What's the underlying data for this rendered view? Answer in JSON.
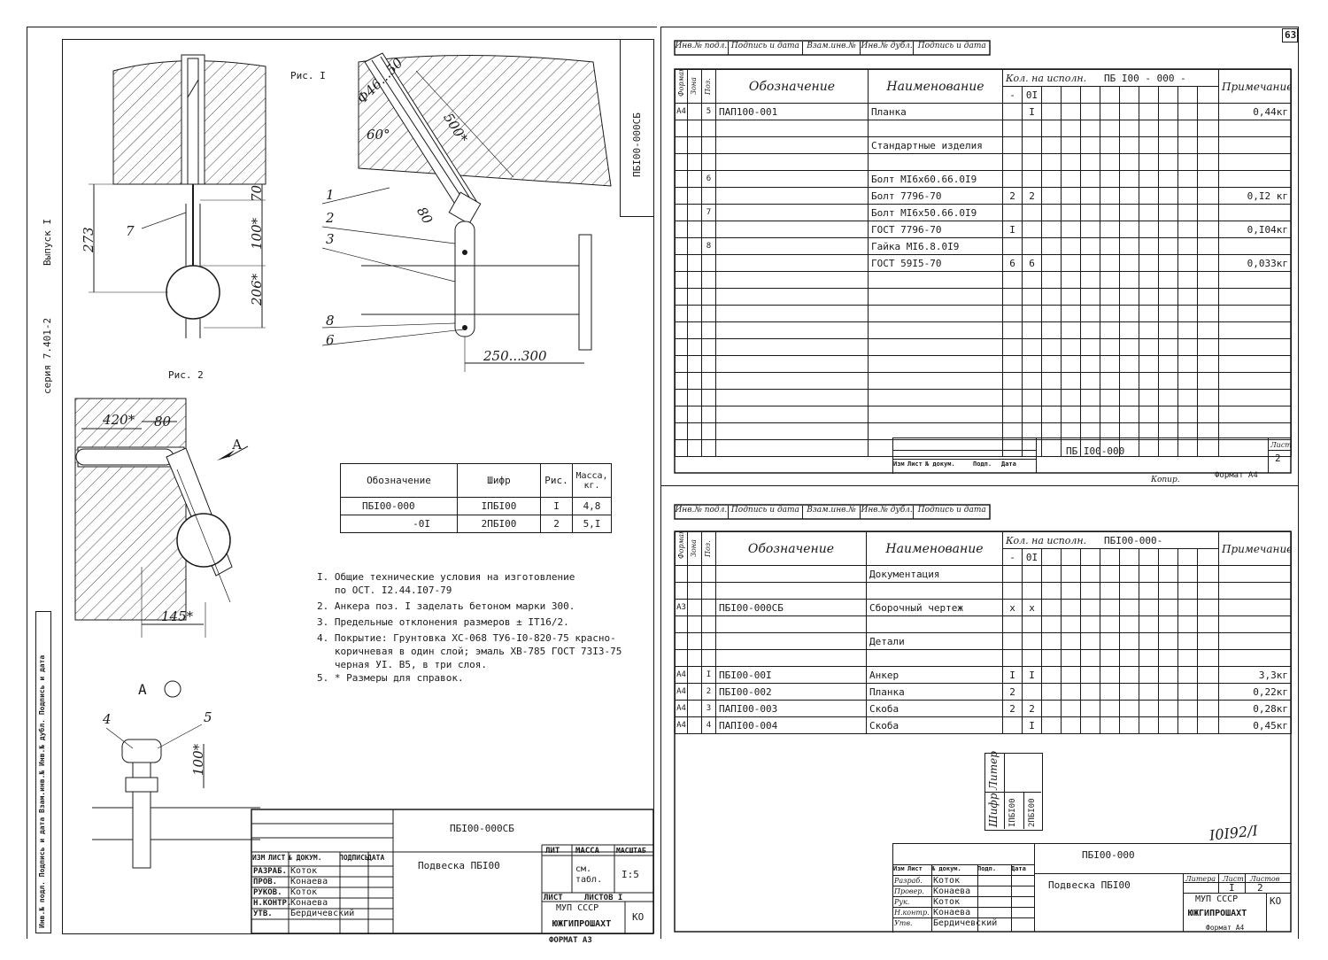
{
  "sheet_number": "63",
  "left_sheet": {
    "side_label_series": "серия 7.401-2",
    "side_label_issue": "Выпуск I",
    "side_strip": "Инв.№ подл. Подпись и дата Взам.инв.№ Инв.№ дубл. Подпись и дата",
    "fig1_label": "Рис. I",
    "fig2_label": "Рис. 2",
    "view_a_label": "А",
    "arrow_a_label": "А",
    "doc_code_vertical": "ПБI00-000СБ",
    "dims": {
      "d273": "273",
      "d70": "70",
      "d100": "100*",
      "d206": "206*",
      "d7": "7",
      "dphi": "Ф46...50",
      "d60": "60°",
      "d500": "500*",
      "d80": "80",
      "d250": "250...300",
      "d420": "420*",
      "d80b": "80",
      "d145": "145*",
      "d100b": "100*",
      "p1": "1",
      "p2": "2",
      "p3": "3",
      "p8": "8",
      "p6": "6",
      "p4": "4",
      "p5": "5"
    },
    "variants_table": {
      "headers": [
        "Обозначение",
        "Шифр",
        "Рис.",
        "Масса, кг."
      ],
      "rows": [
        [
          "ПБI00-000",
          "IПБI00",
          "I",
          "4,8"
        ],
        [
          "-0I",
          "2ПБI00",
          "2",
          "5,I"
        ]
      ]
    },
    "notes": [
      "I. Общие технические условия на изготовление",
      "   по ОСТ. I2.44.I07-79",
      "2. Анкера поз. I заделать бетоном марки 300.",
      "3. Предельные отклонения размеров ± IT16/2.",
      "4. Покрытие: Грунтовка ХС-068 ТУ6-I0-820-75 красно-",
      "   коричневая в один слой; эмаль ХВ-785 ГОСТ 73I3-75",
      "   черная УI. В5, в три слоя.",
      "5. * Размеры для справок."
    ],
    "title_block": {
      "code": "ПБI00-000СБ",
      "name": "Подвеска ПБI00",
      "lit": "ЛИТ",
      "mass": "МАССА",
      "scale_hdr": "МАСШТАБ",
      "mass_val": "см. табл.",
      "scale": "I:5",
      "sheet": "ЛИСТ",
      "sheets": "ЛИСТОВ I",
      "org_top": "МУП СССР",
      "org": "ЮЖГИПРОШАХТ",
      "ko": "КО",
      "format": "ФОРМАТ А3",
      "head": [
        "ИЗМ",
        "ЛИСТ",
        "№ ДОКУМ.",
        "ПОДПИСЬ",
        "ДАТА"
      ],
      "roles": [
        {
          "role": "РАЗРАБ.",
          "name": "Коток"
        },
        {
          "role": "ПРОВ.",
          "name": "Конаева"
        },
        {
          "role": "РУКОВ.",
          "name": "Коток"
        },
        {
          "role": "Н.КОНТР.",
          "name": "Конаева"
        },
        {
          "role": "УТВ.",
          "name": "Бердичевский"
        }
      ]
    }
  },
  "upper_spec": {
    "strip": [
      "Инв.№ подл.",
      "Подпись и дата",
      "Взам.инв.№",
      "Инв.№ дубл.",
      "Подпись и дата"
    ],
    "headers": {
      "format": "Формат",
      "zone": "Зона",
      "pos": "Поз.",
      "designation": "Обозначение",
      "name": "Наименование",
      "qty": "Кол. на исполн.",
      "qty_code": "ПБ I00 - 000 -",
      "note": "Примечание",
      "col_dash": "-",
      "col_01": "0I"
    },
    "rows": [
      {
        "format": "А4",
        "pos": "5",
        "designation": "ПАП100-001",
        "name": "Планка",
        "q1": "",
        "q2": "I",
        "note": "0,44кг"
      },
      {
        "format": "",
        "pos": "",
        "designation": "",
        "name": "",
        "q1": "",
        "q2": "",
        "note": ""
      },
      {
        "format": "",
        "pos": "",
        "designation": "",
        "name": "Стандартные изделия",
        "q1": "",
        "q2": "",
        "note": ""
      },
      {
        "format": "",
        "pos": "",
        "designation": "",
        "name": "",
        "q1": "",
        "q2": "",
        "note": ""
      },
      {
        "format": "",
        "pos": "6",
        "designation": "",
        "name": "Болт МI6х60.66.0I9",
        "q1": "",
        "q2": "",
        "note": ""
      },
      {
        "format": "",
        "pos": "",
        "designation": "",
        "name": "Болт 7796-70",
        "q1": "2",
        "q2": "2",
        "note": "0,I2 кг"
      },
      {
        "format": "",
        "pos": "7",
        "designation": "",
        "name": "Болт МI6х50.66.0I9",
        "q1": "",
        "q2": "",
        "note": ""
      },
      {
        "format": "",
        "pos": "",
        "designation": "",
        "name": "ГОСТ 7796-70",
        "q1": "I",
        "q2": "",
        "note": "0,I04кг"
      },
      {
        "format": "",
        "pos": "8",
        "designation": "",
        "name": "Гайка МI6.8.0I9",
        "q1": "",
        "q2": "",
        "note": ""
      },
      {
        "format": "",
        "pos": "",
        "designation": "",
        "name": "ГОСТ 59I5-70",
        "q1": "6",
        "q2": "6",
        "note": "0,033кг"
      }
    ],
    "title": {
      "code": "ПБ I00-000",
      "sheet_hdr": "Лист",
      "sheet": "2",
      "copy": "Копир.",
      "format": "Формат А4",
      "head": [
        "Изм",
        "Лист",
        "№ докум.",
        "Подп.",
        "Дата"
      ]
    }
  },
  "lower_spec": {
    "strip": [
      "Инв.№ подл.",
      "Подпись и дата",
      "Взам.инв.№",
      "Инв.№ дубл.",
      "Подпись и дата"
    ],
    "headers": {
      "format": "Формат",
      "zone": "Зона",
      "pos": "Поз.",
      "designation": "Обозначение",
      "name": "Наименование",
      "qty": "Кол. на исполн.",
      "qty_code": "ПБI00-000-",
      "note": "Примечание",
      "col_dash": "-",
      "col_01": "0I"
    },
    "rows": [
      {
        "format": "",
        "pos": "",
        "designation": "",
        "name": "Документация",
        "q1": "",
        "q2": "",
        "note": ""
      },
      {
        "format": "",
        "pos": "",
        "designation": "",
        "name": "",
        "q1": "",
        "q2": "",
        "note": ""
      },
      {
        "format": "А3",
        "pos": "",
        "designation": "ПБI00-000СБ",
        "name": "Сборочный чертеж",
        "q1": "х",
        "q2": "х",
        "note": ""
      },
      {
        "format": "",
        "pos": "",
        "designation": "",
        "name": "",
        "q1": "",
        "q2": "",
        "note": ""
      },
      {
        "format": "",
        "pos": "",
        "designation": "",
        "name": "Детали",
        "q1": "",
        "q2": "",
        "note": ""
      },
      {
        "format": "",
        "pos": "",
        "designation": "",
        "name": "",
        "q1": "",
        "q2": "",
        "note": ""
      },
      {
        "format": "А4",
        "pos": "I",
        "designation": "ПБI00-00I",
        "name": "Анкер",
        "q1": "I",
        "q2": "I",
        "note": "3,3кг"
      },
      {
        "format": "А4",
        "pos": "2",
        "designation": "ПБI00-002",
        "name": "Планка",
        "q1": "2",
        "q2": "",
        "note": "0,22кг"
      },
      {
        "format": "А4",
        "pos": "3",
        "designation": "ПАПI00-003",
        "name": "Скоба",
        "q1": "2",
        "q2": "2",
        "note": "0,28кг"
      },
      {
        "format": "А4",
        "pos": "4",
        "designation": "ПАПI00-004",
        "name": "Скоба",
        "q1": "",
        "q2": "I",
        "note": "0,45кг"
      }
    ],
    "side_labels": {
      "shifr": "Шифр",
      "liter": "Литер",
      "s1": "IПБI00",
      "s2": "2ПБI00"
    },
    "stamp_number": "I0I92/I",
    "title": {
      "code": "ПБI00-000",
      "name": "Подвеска ПБI00",
      "liter": "Литера",
      "sheet_hdr": "Лист",
      "sheets_hdr": "Листов",
      "sheet": "I",
      "sheets": "2",
      "org_top": "МУП СССР",
      "org": "ЮЖГИПРОШАХТ",
      "ko": "КО",
      "format": "Формат А4",
      "head": [
        "Изм",
        "Лист",
        "№ докум.",
        "Подп.",
        "Дата"
      ],
      "roles": [
        {
          "role": "Разраб.",
          "name": "Коток"
        },
        {
          "role": "Провер.",
          "name": "Конаева"
        },
        {
          "role": "Рук.",
          "name": "Коток"
        },
        {
          "role": "Н.контр.",
          "name": "Конаева"
        },
        {
          "role": "Утв.",
          "name": "Бердичевский"
        }
      ]
    }
  }
}
